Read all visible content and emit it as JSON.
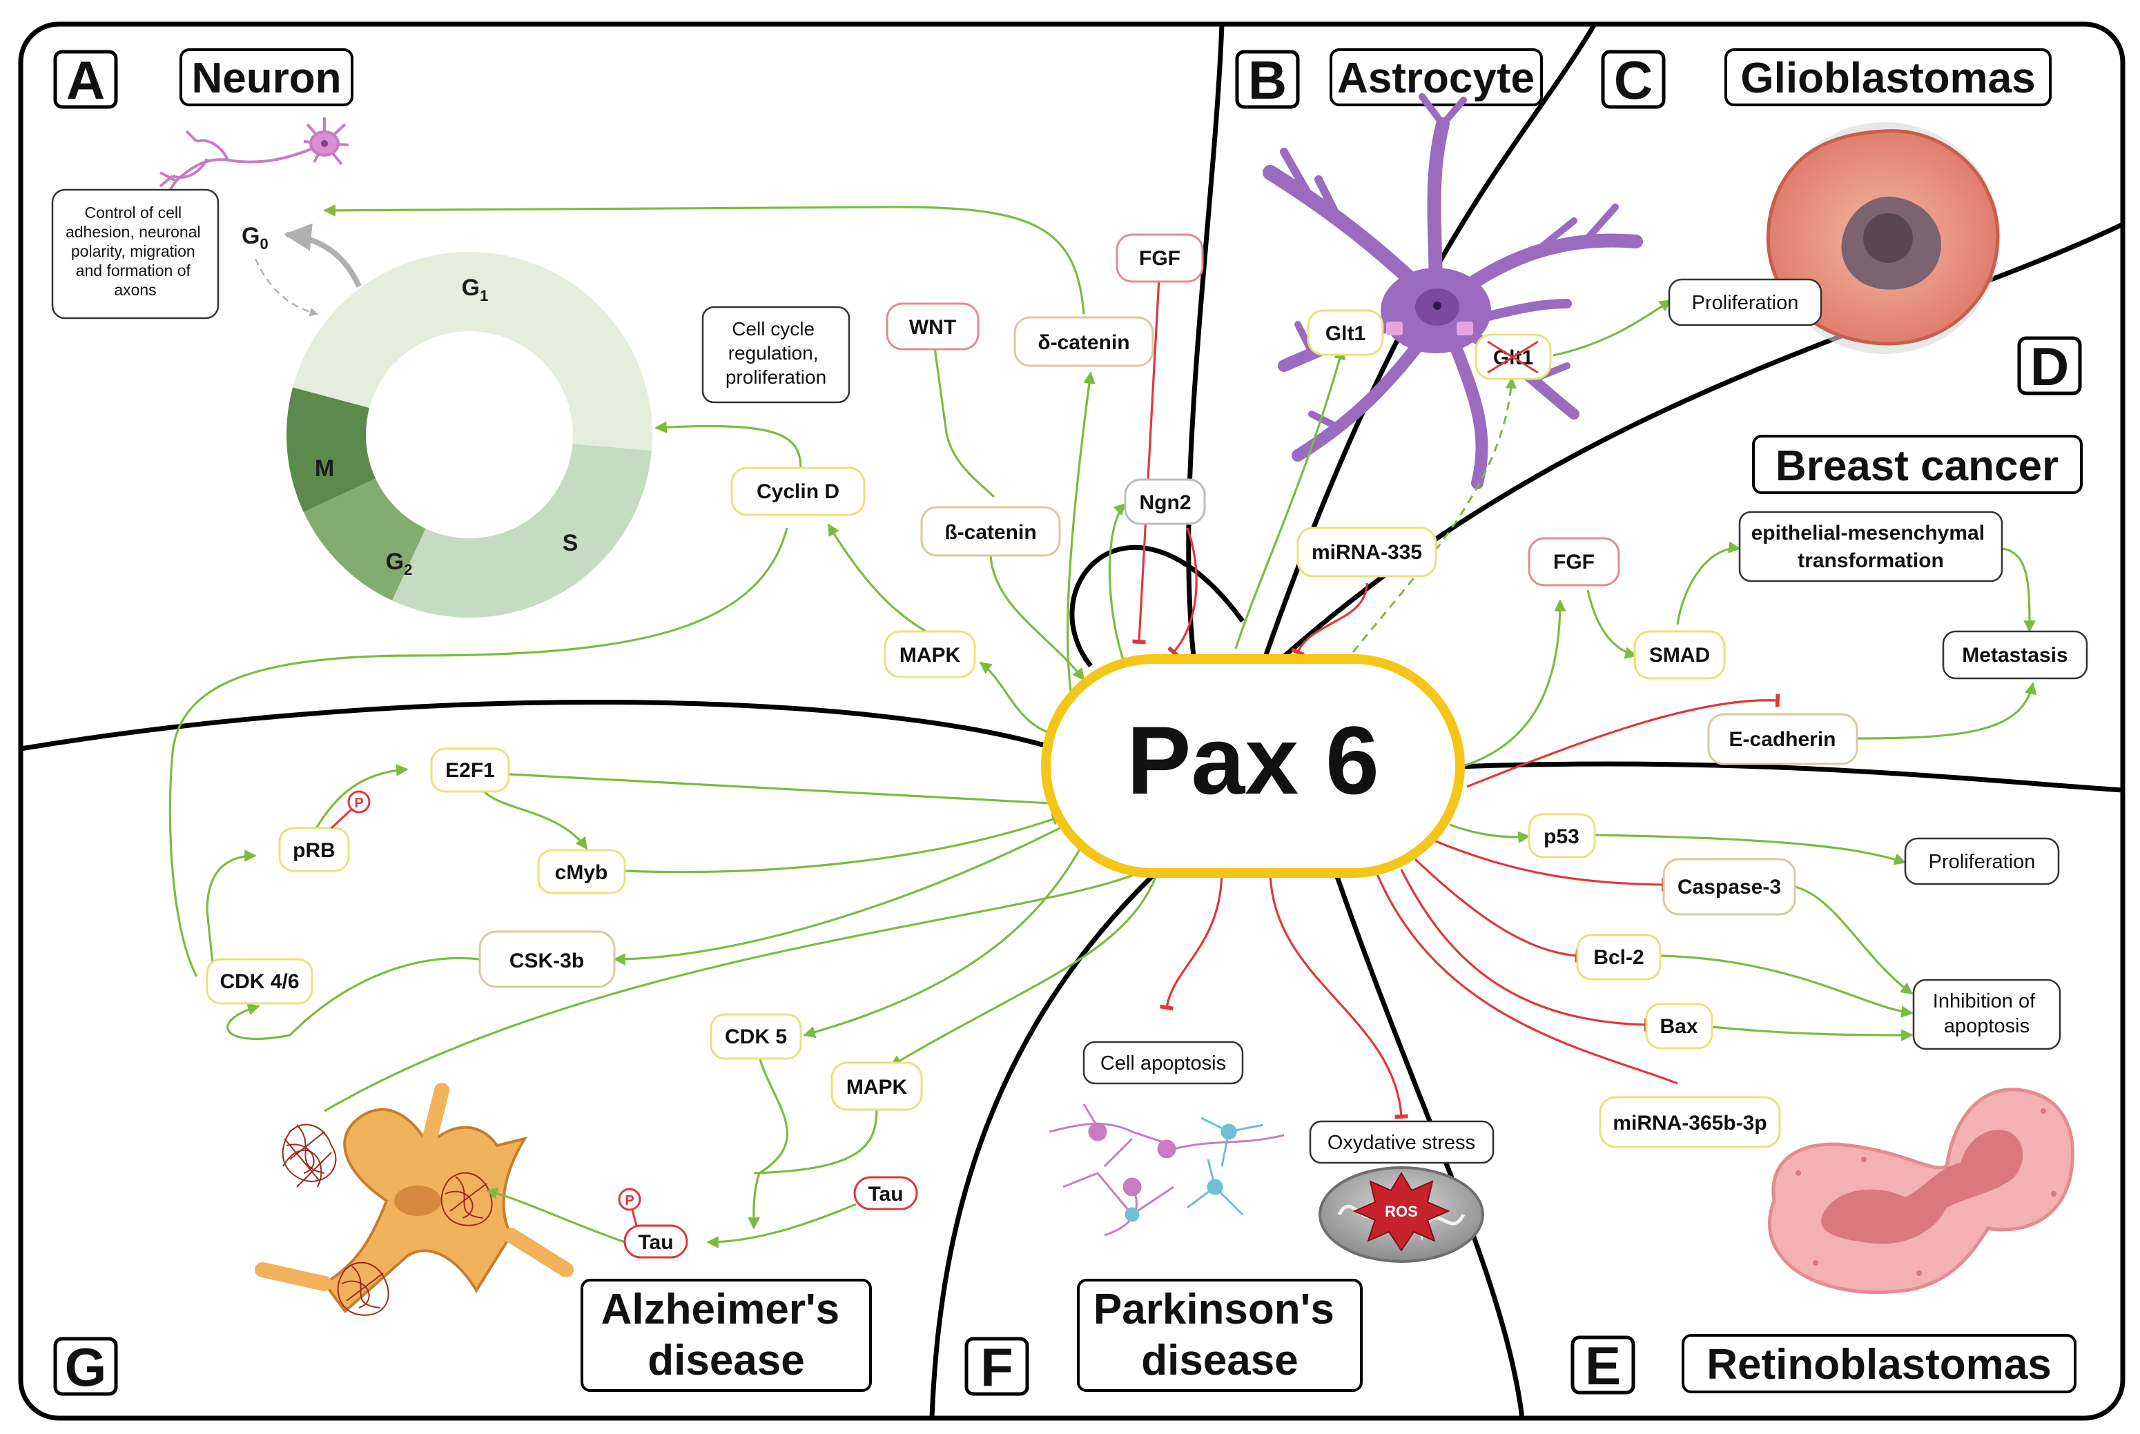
{
  "center": "Pax 6",
  "panels": {
    "a": {
      "letter": "A",
      "title": "Neuron"
    },
    "b": {
      "letter": "B",
      "title": "Astrocyte"
    },
    "c": {
      "letter": "C",
      "title": "Glioblastomas"
    },
    "d": {
      "letter": "D",
      "title": "Breast cancer"
    },
    "e": {
      "letter": "E",
      "title": "Retinoblastomas"
    },
    "f": {
      "letter": "F",
      "title_line1": "Parkinson's",
      "title_line2": "disease"
    },
    "g": {
      "letter": "G",
      "title_line1": "Alzheimer's",
      "title_line2": "disease"
    }
  },
  "cell_cycle": {
    "g0": "G",
    "g0_sub": "0",
    "g1": "G",
    "g1_sub": "1",
    "s": "S",
    "g2": "G",
    "g2_sub": "2",
    "m": "M",
    "colors": {
      "g1": "#e5eedc",
      "s": "#c6dcc2",
      "g2": "#83ac70",
      "m": "#5c8a4d"
    }
  },
  "neuron_note": [
    "Control of cell",
    "adhesion, neuronal",
    "polarity, migration",
    "and formation of",
    "axons"
  ],
  "cell_cycle_note": [
    "Cell cycle",
    "regulation,",
    "proliferation"
  ],
  "nodes": {
    "cyclin_d": "Cyclin D",
    "wnt": "WNT",
    "beta_catenin": "ß-catenin",
    "delta_catenin": "δ-catenin",
    "fgf_top": "FGF",
    "ngn2": "Ngn2",
    "mapk_top": "MAPK",
    "glt1_left": "Glt1",
    "glt1_right": "Glt1",
    "mirna335": "miRNA-335",
    "prolif_c": "Proliferation",
    "fgf_d": "FGF",
    "emt_line1": "epithelial-mesenchymal",
    "emt_line2": "transformation",
    "smad": "SMAD",
    "metastasis": "Metastasis",
    "ecadherin": "E-cadherin",
    "p53": "p53",
    "prolif_e": "Proliferation",
    "caspase3": "Caspase-3",
    "bcl2": "Bcl-2",
    "bax": "Bax",
    "inhib_line1": "Inhibition of",
    "inhib_line2": "apoptosis",
    "mirna365": "miRNA-365b-3p",
    "cell_apoptosis": "Cell apoptosis",
    "oxy_stress": "Oxydative stress",
    "ros": "ROS",
    "e2f1": "E2F1",
    "prb": "pRB",
    "cmyb": "cMyb",
    "csk3b": "CSK-3b",
    "cdk46": "CDK 4/6",
    "cdk5": "CDK 5",
    "mapk_g": "MAPK",
    "tau_left": "Tau",
    "tau_right": "Tau",
    "phospho": "P"
  },
  "colors": {
    "activation": "#7dbb3f",
    "inhibition": "#e0383a",
    "center_border": "#f5c518",
    "astrocyte": "#9b6bbf",
    "neuron": "#c97cc0",
    "alz_cell": "#f2b25c",
    "tangle": "#9c2a1e",
    "glioblastoma": "#e79a86",
    "retinoblastoma": "#ef9a9e"
  }
}
